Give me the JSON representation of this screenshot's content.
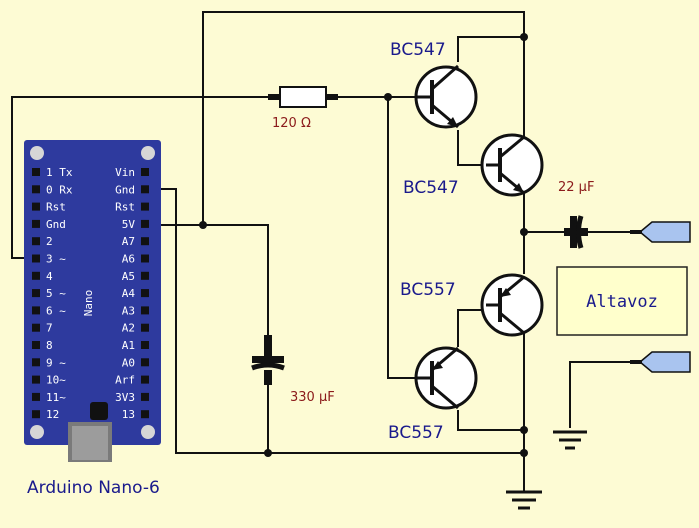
{
  "board": {
    "label": "Arduino Nano-6",
    "silk": "Nano",
    "left_pins": [
      "1 Tx",
      "0 Rx",
      "Rst",
      "Gnd",
      "2",
      "3 ~",
      "4",
      "5 ~",
      "6 ~",
      "7",
      "8",
      "9 ~",
      "10~",
      "11~",
      "12"
    ],
    "right_pins": [
      "Vin",
      "Gnd",
      "Rst",
      "5V",
      "A7",
      "A6",
      "A5",
      "A4",
      "A3",
      "A2",
      "A1",
      "A0",
      "Arf",
      "3V3",
      "13"
    ]
  },
  "transistors": {
    "q1": "BC547",
    "q2": "BC547",
    "q3": "BC557",
    "q4": "BC557"
  },
  "resistor": {
    "value": "120 Ω"
  },
  "capacitors": {
    "c_output": "22 µF",
    "c_supply": "330 µF"
  },
  "speaker": {
    "label": "Altavoz"
  },
  "colors": {
    "background": "#fdfbd4",
    "board": "#2e3a9e",
    "wire": "#111111",
    "label_blue": "#1a1a8c",
    "label_red": "#8b1a1a",
    "speaker_fill": "#ffffcc",
    "connector_fill": "#a9c4ef"
  }
}
